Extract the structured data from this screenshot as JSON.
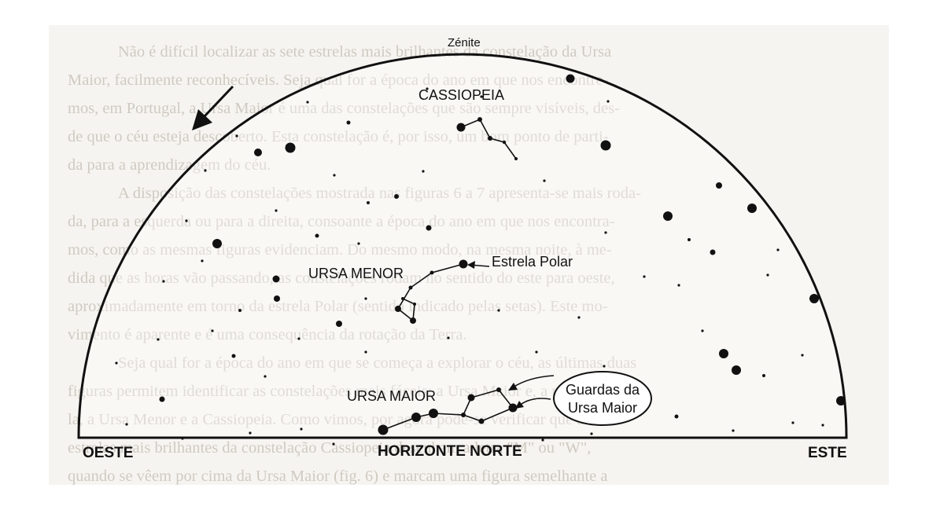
{
  "labels": {
    "zenith": "Zénite",
    "cassiopeia": "CASSIOPEIA",
    "ursa_menor": "URSA MENOR",
    "estrela_polar": "Estrela Polar",
    "ursa_maior": "URSA MAIOR",
    "guardas_line1": "Guardas da",
    "guardas_line2": "Ursa Maior",
    "oeste": "OESTE",
    "horizonte_norte": "HORIZONTE NORTE",
    "este": "ESTE"
  },
  "background_text": [
    "Não é difícil localizar as sete estrelas mais brilhantes da constelação da Ursa",
    "Maior, facilmente reconhecíveis. Seja qual for a época do ano em que nos encontre-",
    "mos, em Portugal, a Ursa Maior é uma das constelações que são sempre visíveis, des-",
    "de que o céu esteja descoberto. Esta constelação é, por isso, um bom ponto de parti-",
    "da para a aprendizagem do céu.",
    "A disposição das constelações mostrada nas figuras 6 a 7 apresenta-se mais roda-",
    "da, para a esquerda ou para a direita, consoante a época do ano em que nos encontra-",
    "mos, como as mesmas figuras evidenciam. Do mesmo modo, na mesma noite, à me-",
    "dida que as horas vão passando, as constelações rodam no sentido do este para oeste,",
    "aproximadamente em torno da estrela Polar (sentido indicado pelas setas). Este mo-",
    "vimento é aparente e é uma consequência da rotação da Terra.",
    "Seja qual for a época do ano em que se começa a explorar o céu, as últimas duas",
    "figuras permitem identificar as constelações mais fáceis: a Ursa Maior e, a partir de-",
    "la, a Ursa Menor e a Cassiopeia. Como vimos, por agora pode-se verificar que as",
    "estrelas mais brilhantes da constelação Cassiopeia desenham a letra \"M\" ou \"W\",",
    "quando se vêem por cima da Ursa Maior (fig. 6) e marcam uma figura semelhante a"
  ]
}
